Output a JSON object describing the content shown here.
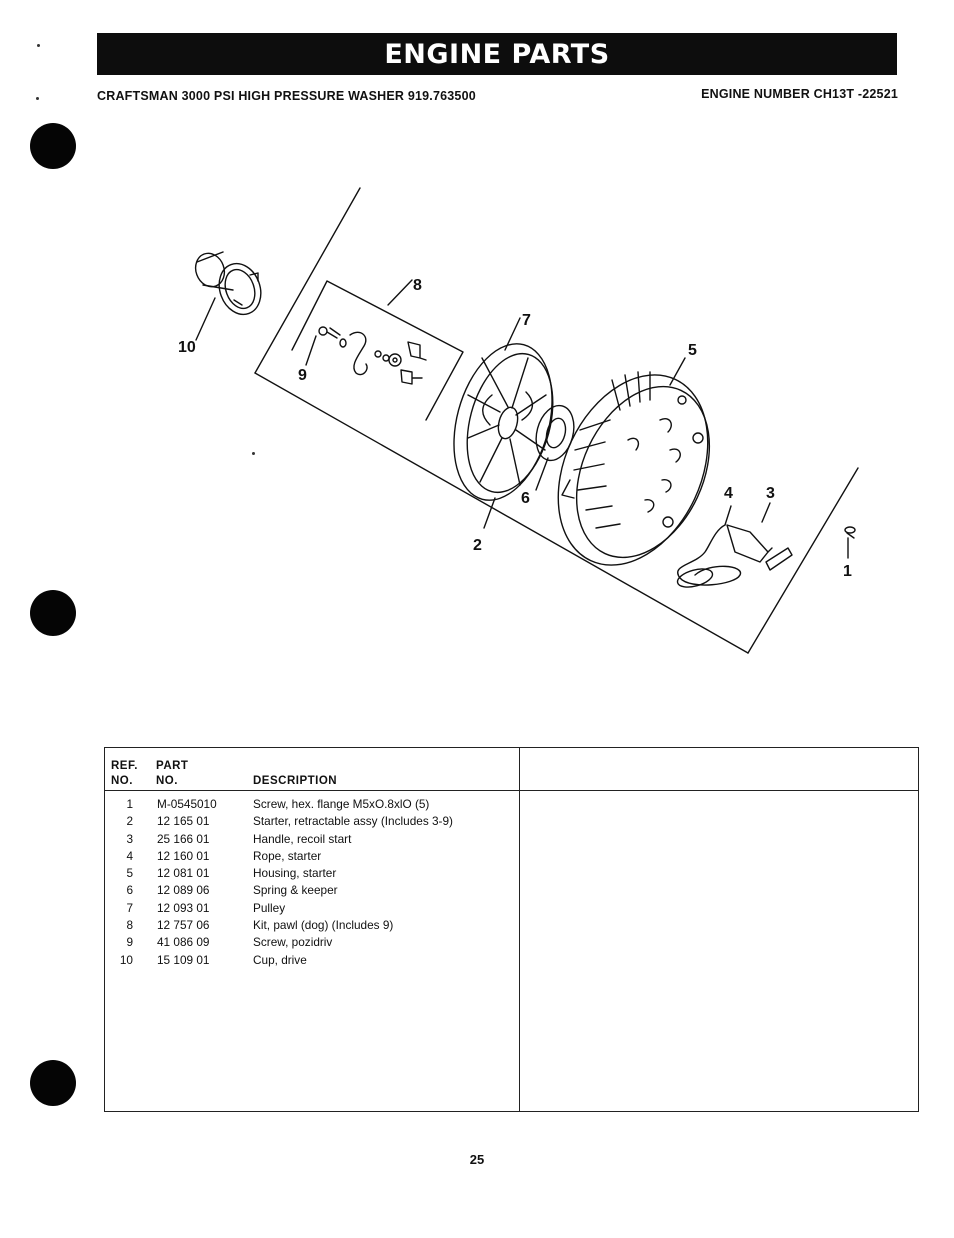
{
  "header": {
    "title": "ENGINE PARTS",
    "product": "CRAFTSMAN 3000 PSI HIGH PRESSURE WASHER 919.763500",
    "engine_number": "ENGINE NUMBER CH13T -22521"
  },
  "diagram": {
    "callouts": [
      "10",
      "8",
      "9",
      "7",
      "5",
      "6",
      "2",
      "4",
      "3",
      "1"
    ]
  },
  "parts_table": {
    "headers": {
      "ref_top": "REF.",
      "ref_bottom": "NO.",
      "part_top": "PART",
      "part_bottom": "NO.",
      "description": "DESCRIPTION"
    },
    "rows": [
      {
        "ref": "1",
        "part": "M-0545010",
        "description": "Screw, hex. flange M5xO.8xlO (5)"
      },
      {
        "ref": "2",
        "part": "12 165 01",
        "description": "Starter, retractable assy (Includes 3-9)"
      },
      {
        "ref": "3",
        "part": "25 166 01",
        "description": "Handle, recoil start"
      },
      {
        "ref": "4",
        "part": "12 160 01",
        "description": "Rope, starter"
      },
      {
        "ref": "5",
        "part": "12 081 01",
        "description": "Housing, starter"
      },
      {
        "ref": "6",
        "part": "12 089 06",
        "description": "Spring & keeper"
      },
      {
        "ref": "7",
        "part": "12 093 01",
        "description": "Pulley"
      },
      {
        "ref": "8",
        "part": "12 757 06",
        "description": "Kit, pawl (dog) (Includes 9)"
      },
      {
        "ref": "9",
        "part": "41 086 09",
        "description": "Screw, pozidriv"
      },
      {
        "ref": "10",
        "part": "15 109 01",
        "description": "Cup, drive"
      }
    ]
  },
  "footer": {
    "page_number": "25"
  }
}
